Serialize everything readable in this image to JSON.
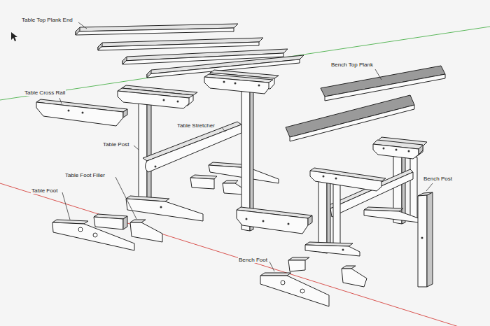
{
  "diagram": {
    "labels": [
      "Table Top Plank End",
      "Bench Top Plank",
      "Table Cross Rail",
      "Table Stretcher",
      "Table Post",
      "Table Foot Filler",
      "Table Foot",
      "Bench Post",
      "Bench Foot"
    ]
  }
}
